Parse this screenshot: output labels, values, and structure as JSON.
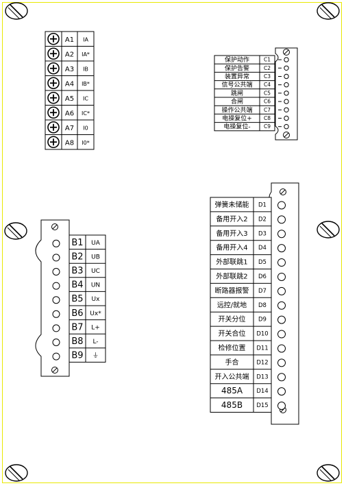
{
  "blockA": {
    "rows": [
      {
        "pin": "A1",
        "sig": "IA"
      },
      {
        "pin": "A2",
        "sig": "IA*"
      },
      {
        "pin": "A3",
        "sig": "IB"
      },
      {
        "pin": "A4",
        "sig": "IB*"
      },
      {
        "pin": "A5",
        "sig": "IC"
      },
      {
        "pin": "A6",
        "sig": "IC*"
      },
      {
        "pin": "A7",
        "sig": "I0"
      },
      {
        "pin": "A8",
        "sig": "I0*"
      }
    ]
  },
  "blockC": {
    "rows": [
      {
        "label": "保护动作",
        "pin": "C1"
      },
      {
        "label": "保护告警",
        "pin": "C2"
      },
      {
        "label": "装置异常",
        "pin": "C3"
      },
      {
        "label": "信号公共端",
        "pin": "C4"
      },
      {
        "label": "跳闸",
        "pin": "C5"
      },
      {
        "label": "合闸",
        "pin": "C6"
      },
      {
        "label": "操作公共端",
        "pin": "C7"
      },
      {
        "label": "电操复位+",
        "pin": "C8"
      },
      {
        "label": "电操复位-",
        "pin": "C9"
      }
    ]
  },
  "blockB": {
    "rows": [
      {
        "pin": "B1",
        "sig": "UA"
      },
      {
        "pin": "B2",
        "sig": "UB"
      },
      {
        "pin": "B3",
        "sig": "UC"
      },
      {
        "pin": "B4",
        "sig": "UN"
      },
      {
        "pin": "B5",
        "sig": "Ux"
      },
      {
        "pin": "B6",
        "sig": "Ux*"
      },
      {
        "pin": "B7",
        "sig": "L+"
      },
      {
        "pin": "B8",
        "sig": "L-"
      },
      {
        "pin": "B9",
        "sig": "⏚"
      }
    ]
  },
  "blockD": {
    "rows": [
      {
        "label": "弹簧未储能",
        "pin": "D1"
      },
      {
        "label": "备用开入2",
        "pin": "D2"
      },
      {
        "label": "备用开入3",
        "pin": "D3"
      },
      {
        "label": "备用开入4",
        "pin": "D4"
      },
      {
        "label": "外部联跳1",
        "pin": "D5"
      },
      {
        "label": "外部联跳2",
        "pin": "D6"
      },
      {
        "label": "断路器报警",
        "pin": "D7"
      },
      {
        "label": "远控/就地",
        "pin": "D8"
      },
      {
        "label": "开关分位",
        "pin": "D9"
      },
      {
        "label": "开关合位",
        "pin": "D10"
      },
      {
        "label": "检修位置",
        "pin": "D11"
      },
      {
        "label": "手合",
        "pin": "D12"
      },
      {
        "label": "开入公共端",
        "pin": "D13"
      },
      {
        "label": "485A",
        "pin": "D14"
      },
      {
        "label": "485B",
        "pin": "D15"
      }
    ]
  }
}
